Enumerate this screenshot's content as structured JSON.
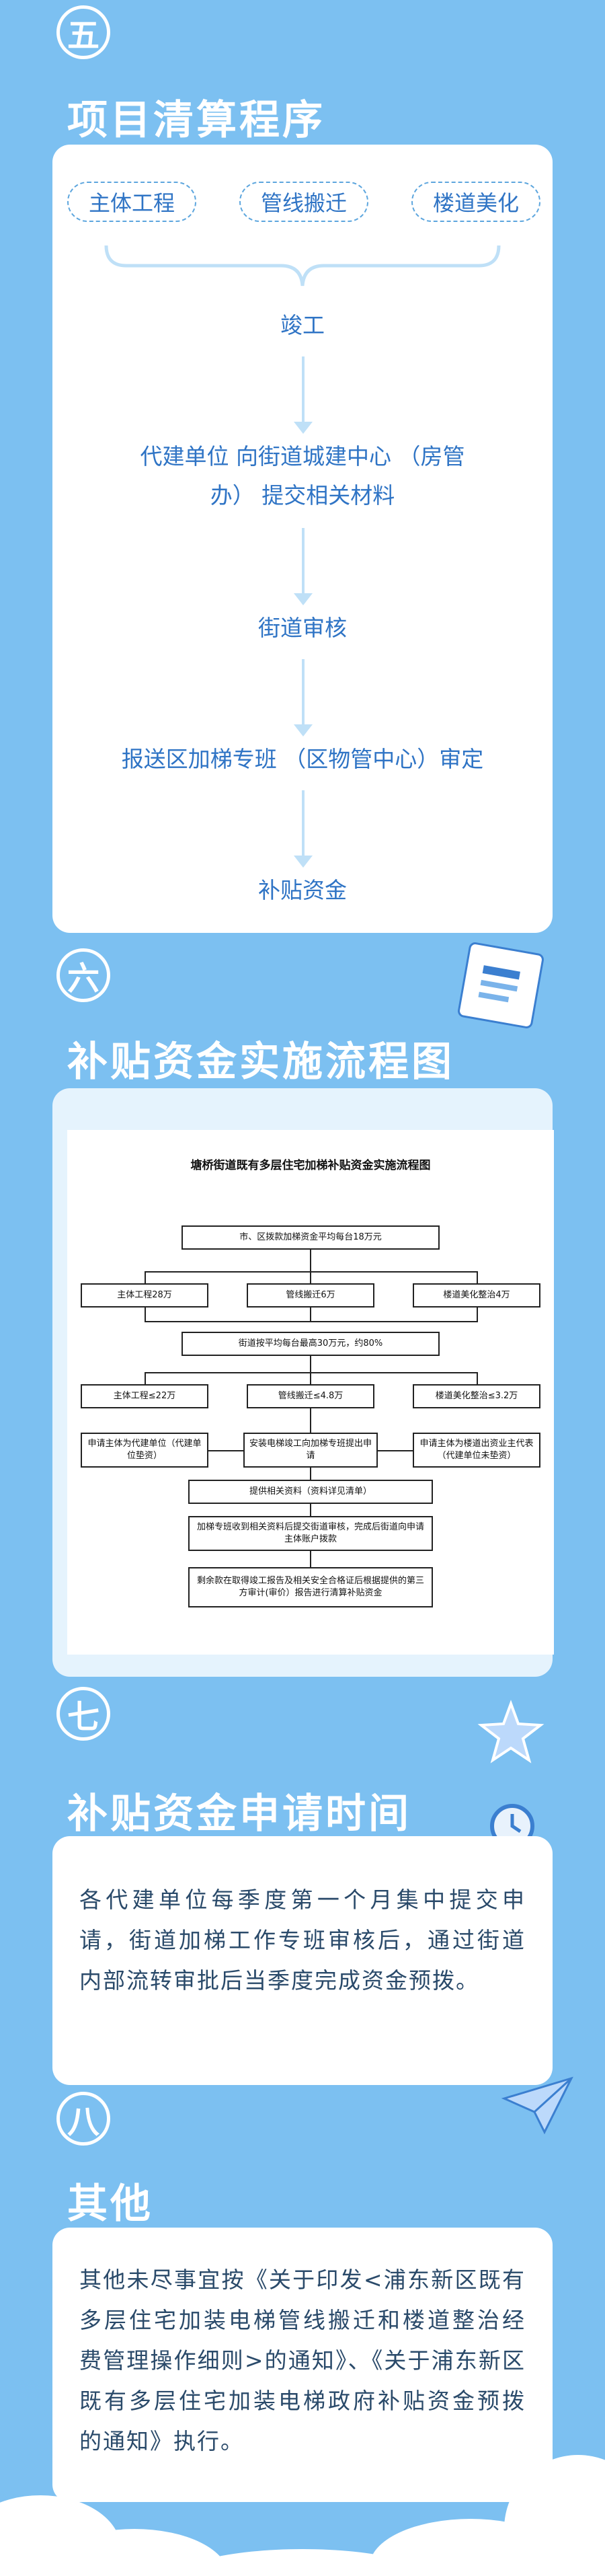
{
  "sections": [
    {
      "badge": "五",
      "title": "项目清算程序"
    },
    {
      "badge": "六",
      "title": "补贴资金实施流程图"
    },
    {
      "badge": "七",
      "title": "补贴资金申请时间"
    },
    {
      "badge": "八",
      "title": "其他"
    }
  ],
  "settlement": {
    "pills": [
      "主体工程",
      "管线搬迁",
      "楼道美化"
    ],
    "steps": [
      "竣工",
      "代建单位 向街道城建中心 （房管",
      "办） 提交相关材料",
      "街道审核",
      "报送区加梯专班 （区物管中心）审定",
      "补贴资金"
    ]
  },
  "flowchart": {
    "title": "塘桥街道既有多层住宅加梯补贴资金实施流程图",
    "top": "市、区拨款加梯资金平均每台18万元",
    "row1": [
      "主体工程28万",
      "管线搬迁6万",
      "楼道美化整治4万"
    ],
    "mid": "街道按平均每台最高30万元，约80%",
    "row2": [
      "主体工程≤22万",
      "管线搬迁≤4.8万",
      "楼道美化整治≤3.2万"
    ],
    "row3": [
      "申请主体为代建单位（代建单位垫资）",
      "安装电梯竣工向加梯专班提出申请",
      "申请主体为楼道出资业主代表（代建单位未垫资）"
    ],
    "s1": "提供相关资料（资料详见清单）",
    "s2": "加梯专班收到相关资料后提交街道审核，完成后街道向申请主体账户拨款",
    "s3": "剩余款在取得竣工报告及相关安全合格证后根据提供的第三方审计(审价）报告进行清算补贴资金"
  },
  "apply_text": "各代建单位每季度第一个月集中提交申请，街道加梯工作专班审核后，通过街道内部流转审批后当季度完成资金预拨。",
  "other_text": "其他未尽事宜按《关于印发<浦东新区既有多层住宅加装电梯管线搬迁和楼道整治经费管理操作细则>的通知》、《关于浦东新区既有多层住宅加装电梯政府补贴资金预拨的通知》执行。"
}
